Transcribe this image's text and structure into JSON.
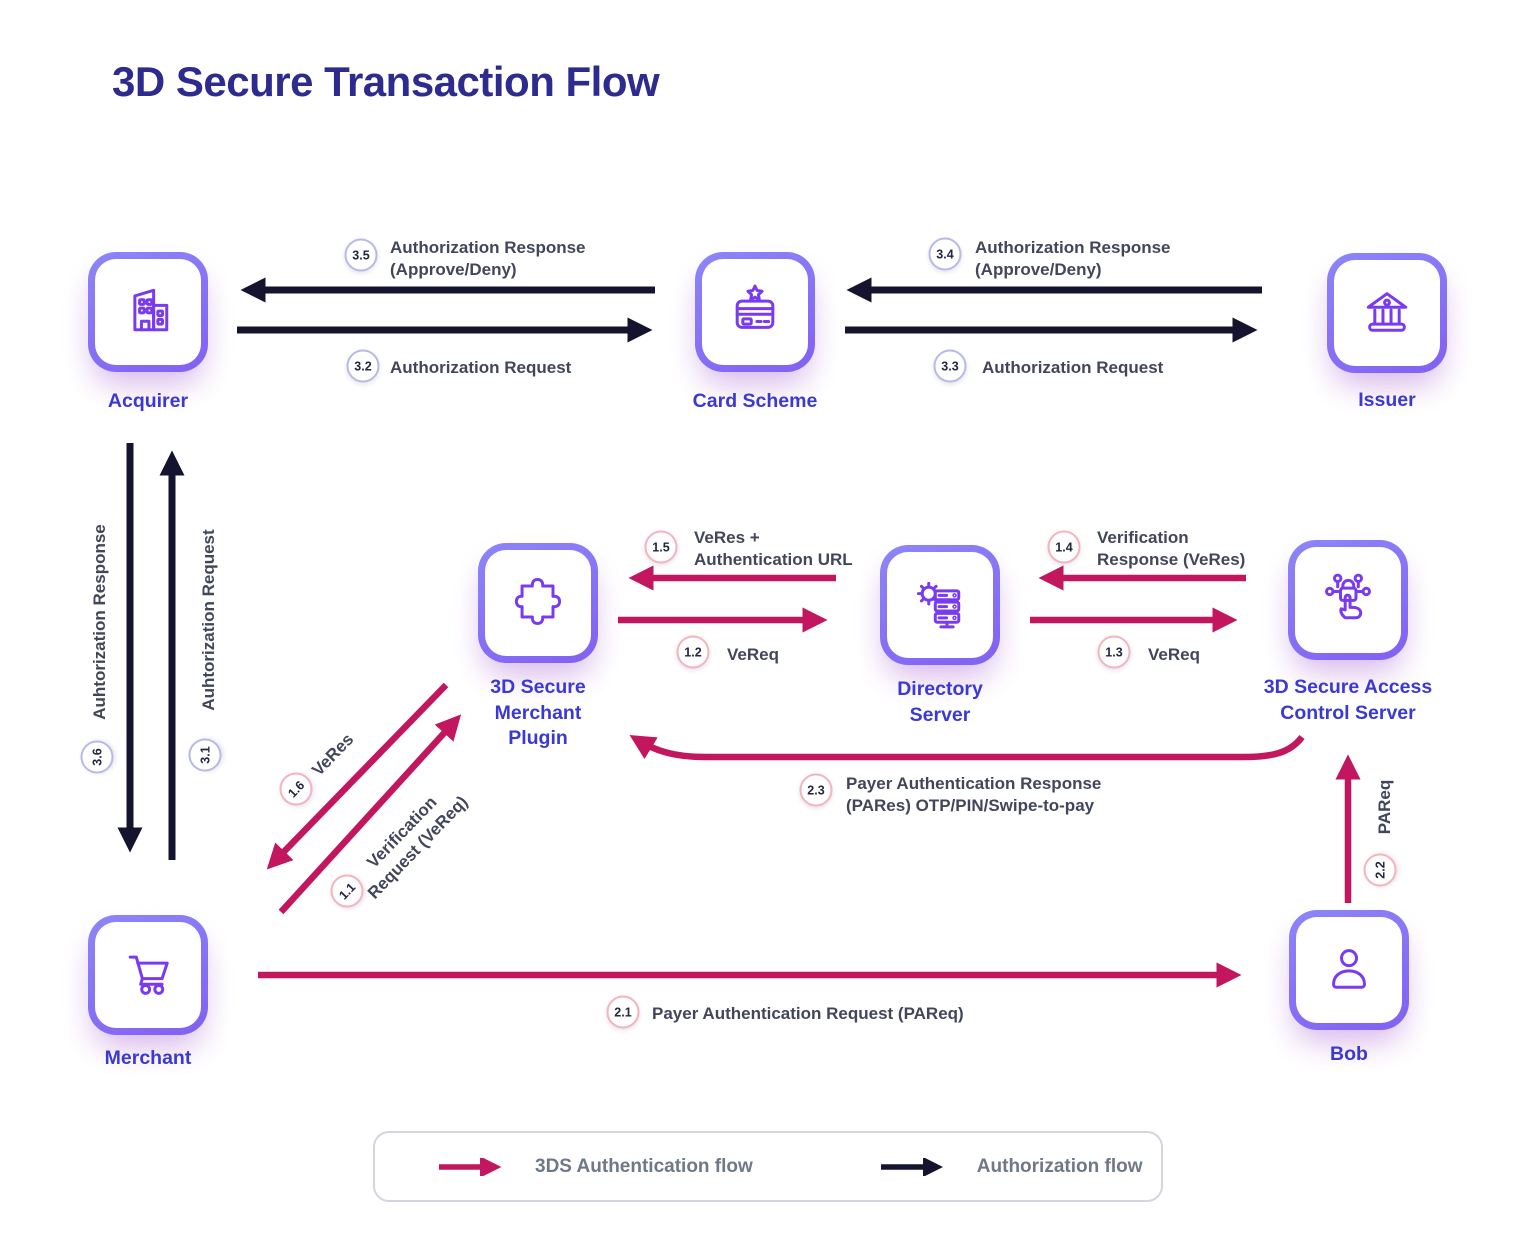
{
  "title": "3D Secure Transaction Flow",
  "colors": {
    "authentication_flow": "#c2175f",
    "authorization_flow": "#14142e",
    "node_border": "#8677f6",
    "node_icon": "#7a3bf0",
    "node_label": "#3a39d1",
    "title": "#2d2b8e"
  },
  "nodes": {
    "acquirer": {
      "label": "Acquirer",
      "icon": "office-building-icon"
    },
    "card_scheme": {
      "label": "Card Scheme",
      "icon": "credit-card-star-icon"
    },
    "issuer": {
      "label": "Issuer",
      "icon": "bank-icon"
    },
    "merchant_plugin": {
      "label": "3D Secure\nMerchant\nPlugin",
      "icon": "puzzle-icon"
    },
    "directory_server": {
      "label": "Directory\nServer",
      "icon": "gear-server-icon"
    },
    "access_control_server": {
      "label": "3D Secure Access\nControl Server",
      "icon": "lock-network-hand-icon"
    },
    "merchant": {
      "label": "Merchant",
      "icon": "shopping-cart-icon"
    },
    "bob": {
      "label": "Bob",
      "icon": "person-icon"
    }
  },
  "edges": {
    "step_3_5": {
      "step": "3.5",
      "label": "Authorization Response\n(Approve/Deny)",
      "flow": "authorization"
    },
    "step_3_2": {
      "step": "3.2",
      "label": "Authorization Request",
      "flow": "authorization"
    },
    "step_3_4": {
      "step": "3.4",
      "label": "Authorization Response\n(Approve/Deny)",
      "flow": "authorization"
    },
    "step_3_3": {
      "step": "3.3",
      "label": "Authorization Request",
      "flow": "authorization"
    },
    "step_3_6": {
      "step": "3.6",
      "label": "Auhtorization Response",
      "flow": "authorization"
    },
    "step_3_1": {
      "step": "3.1",
      "label": "Auhtorization Request",
      "flow": "authorization"
    },
    "step_1_5": {
      "step": "1.5",
      "label": "VeRes +\nAuthentication URL",
      "flow": "authentication"
    },
    "step_1_2": {
      "step": "1.2",
      "label": "VeReq",
      "flow": "authentication"
    },
    "step_1_4": {
      "step": "1.4",
      "label": "Verification\nResponse (VeRes)",
      "flow": "authentication"
    },
    "step_1_3": {
      "step": "1.3",
      "label": "VeReq",
      "flow": "authentication"
    },
    "step_1_6": {
      "step": "1.6",
      "label": "VeRes",
      "flow": "authentication"
    },
    "step_1_1": {
      "step": "1.1",
      "label": "Verification\nRequest (VeReq)",
      "flow": "authentication"
    },
    "step_2_1": {
      "step": "2.1",
      "label": "Payer Authentication Request (PAReq)",
      "flow": "authentication"
    },
    "step_2_2": {
      "step": "2.2",
      "label": "PAReq",
      "flow": "authentication"
    },
    "step_2_3": {
      "step": "2.3",
      "label": "Payer Authentication Response\n(PARes) OTP/PIN/Swipe-to-pay",
      "flow": "authentication"
    }
  },
  "legend": {
    "authentication": "3DS Authentication flow",
    "authorization": "Authorization flow"
  }
}
